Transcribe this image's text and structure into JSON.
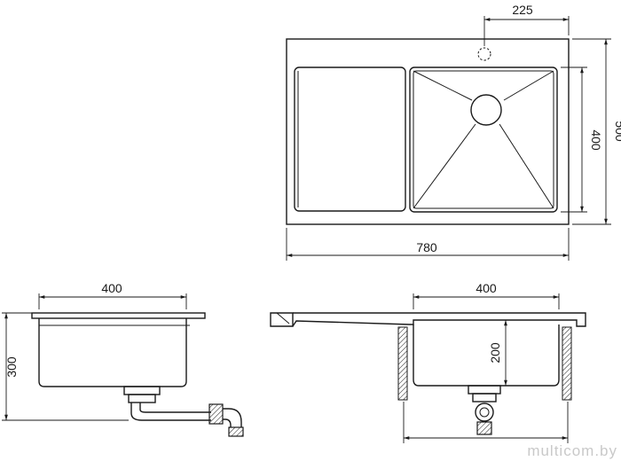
{
  "dimensions": {
    "tap_offset": "225",
    "bowl_depth_top": "400",
    "overall_depth": "500",
    "overall_width": "780",
    "front_bowl_width": "400",
    "front_height": "300",
    "side_bowl_width": "400",
    "side_bowl_depth": "200"
  },
  "watermark": "multicom.by"
}
